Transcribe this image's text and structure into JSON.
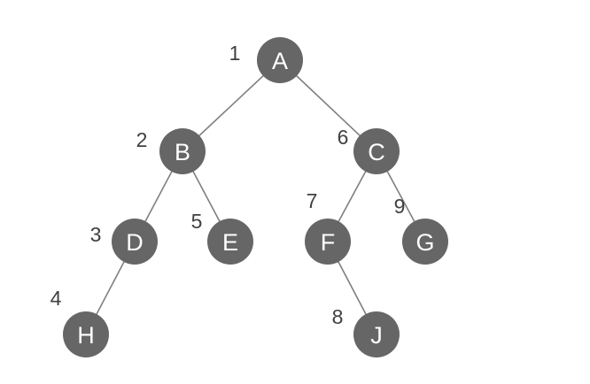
{
  "diagram": {
    "nodes": [
      {
        "id": "A",
        "letter": "A",
        "order": "1"
      },
      {
        "id": "B",
        "letter": "B",
        "order": "2"
      },
      {
        "id": "C",
        "letter": "C",
        "order": "6"
      },
      {
        "id": "D",
        "letter": "D",
        "order": "3"
      },
      {
        "id": "E",
        "letter": "E",
        "order": "5"
      },
      {
        "id": "F",
        "letter": "F",
        "order": "7"
      },
      {
        "id": "G",
        "letter": "G",
        "order": "9"
      },
      {
        "id": "H",
        "letter": "H",
        "order": "4"
      },
      {
        "id": "J",
        "letter": "J",
        "order": "8"
      }
    ],
    "edges": [
      {
        "from": "A",
        "to": "B"
      },
      {
        "from": "A",
        "to": "C"
      },
      {
        "from": "B",
        "to": "D"
      },
      {
        "from": "B",
        "to": "E"
      },
      {
        "from": "C",
        "to": "F"
      },
      {
        "from": "C",
        "to": "G"
      },
      {
        "from": "D",
        "to": "H"
      },
      {
        "from": "F",
        "to": "J"
      }
    ],
    "colors": {
      "node_fill": "#666666",
      "node_text": "#ffffff",
      "edge": "#7f7f7f",
      "label": "#404040"
    }
  }
}
